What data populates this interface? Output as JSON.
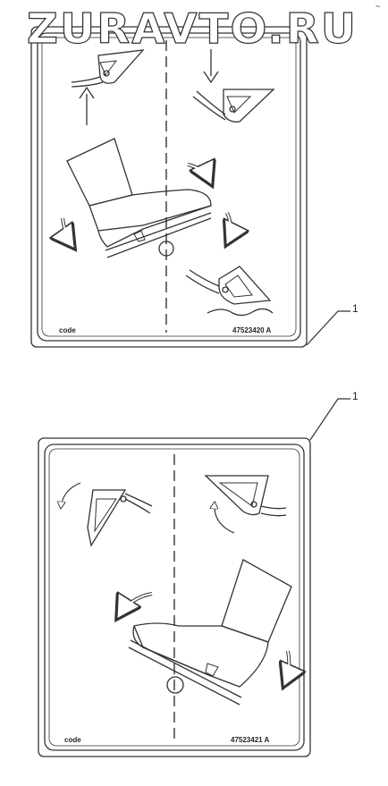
{
  "watermark": "ZURAVTO.RU",
  "decals": [
    {
      "code_label": "code",
      "part_number": "47523420 A",
      "callout": "1"
    },
    {
      "code_label": "code",
      "part_number": "47523421 A",
      "callout": "1"
    }
  ]
}
